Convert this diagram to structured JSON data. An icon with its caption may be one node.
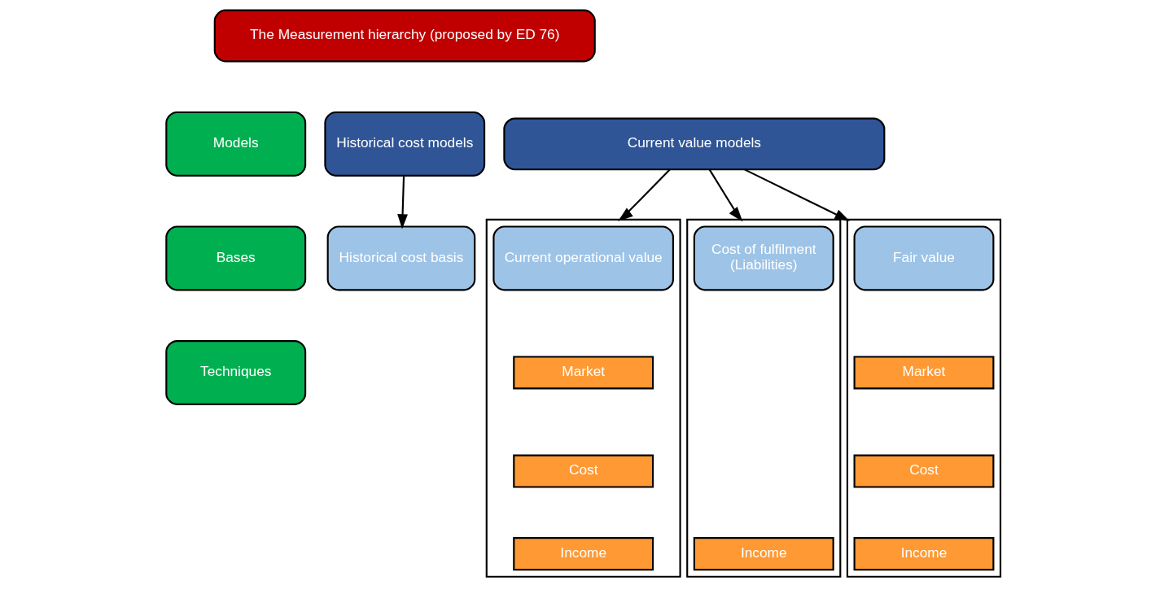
{
  "diagram": {
    "nodes": [
      {
        "text": [
          "The Measurement hierarchy (proposed by ED 76)"
        ]
      },
      {
        "text": [
          "Models"
        ]
      },
      {
        "text": [
          "Bases"
        ]
      },
      {
        "text": [
          "Techniques"
        ]
      },
      {
        "text": [
          "Historical cost models"
        ]
      },
      {
        "text": [
          "Historical cost basis"
        ]
      },
      {
        "text": [
          "Current value models"
        ]
      },
      {
        "text": [],
        "shape": "box"
      },
      {
        "text": [
          "Current operational value"
        ],
        "in": 7
      },
      {
        "text": [
          "Market"
        ],
        "in": 7
      },
      {
        "text": [
          "Cost"
        ],
        "in": 7
      },
      {
        "text": [
          "Income"
        ],
        "in": 7
      },
      {
        "text": [],
        "shape": "box"
      },
      {
        "text": [
          "Cost of fulfilment",
          "(Liabilities)"
        ],
        "in": 12
      },
      {
        "text": [
          "Income"
        ],
        "in": 12
      },
      {
        "text": [],
        "shape": "box"
      },
      {
        "text": [
          "Fair value"
        ],
        "in": 15
      },
      {
        "text": [
          "Market"
        ],
        "in": 15
      },
      {
        "text": [
          "Cost"
        ],
        "in": 15
      },
      {
        "text": [
          "Income"
        ],
        "in": 15
      }
    ],
    "edges": [
      {
        "from": 4,
        "to": 5,
        "arrow": "to"
      },
      {
        "from": 6,
        "to": 7,
        "arrow": "to"
      },
      {
        "from": 6,
        "to": 12,
        "arrow": "to"
      },
      {
        "from": 6,
        "to": 15,
        "arrow": "to"
      }
    ]
  }
}
